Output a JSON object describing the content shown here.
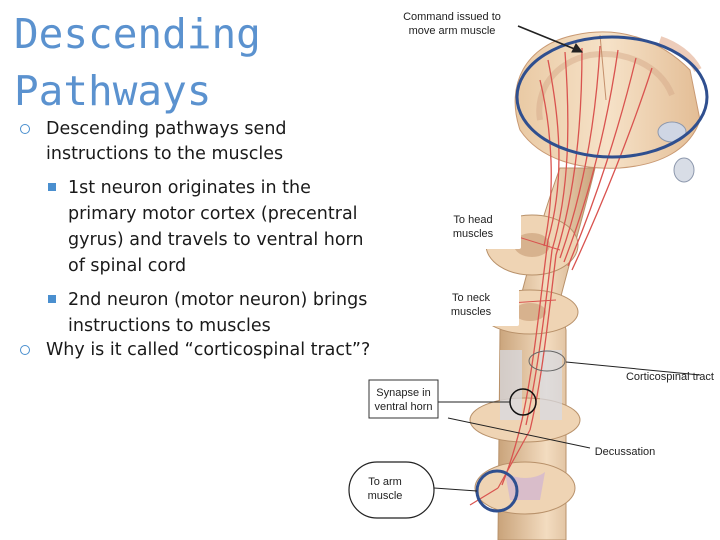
{
  "slide": {
    "title_line1": "Descending",
    "title_line2": "Pathways",
    "bullets": [
      {
        "text_line1": "Descending pathways send",
        "text_line2": "instructions to the muscles"
      },
      {
        "text_line1": "1st neuron originates in the",
        "text_line2": "primary motor cortex (precentral",
        "text_line3": "gyrus) and travels to ventral horn",
        "text_line4": "of spinal cord"
      },
      {
        "text_line1": "2nd neuron (motor neuron) brings",
        "text_line2": "instructions to muscles"
      },
      {
        "text_line1": "Why is it called “corticospinal tract”?"
      }
    ]
  },
  "figure": {
    "labels": {
      "command_line1": "Command issued to",
      "command_line2": "move arm muscle",
      "to_head_line1": "To head",
      "to_head_line2": "muscles",
      "to_neck_line1": "To neck",
      "to_neck_line2": "muscles",
      "corticospinal": "Corticospinal tract",
      "synapse_line1": "Synapse in",
      "synapse_line2": "ventral horn",
      "decussation": "Decussation",
      "to_arm_line1": "To arm",
      "to_arm_line2": "muscle"
    },
    "colors": {
      "title": "#5b92cf",
      "bullet": "#4a8fcf",
      "highlight_circle": "#2f4f8f",
      "tract": "#d9534f",
      "tissue": "#f2d7b6"
    }
  }
}
